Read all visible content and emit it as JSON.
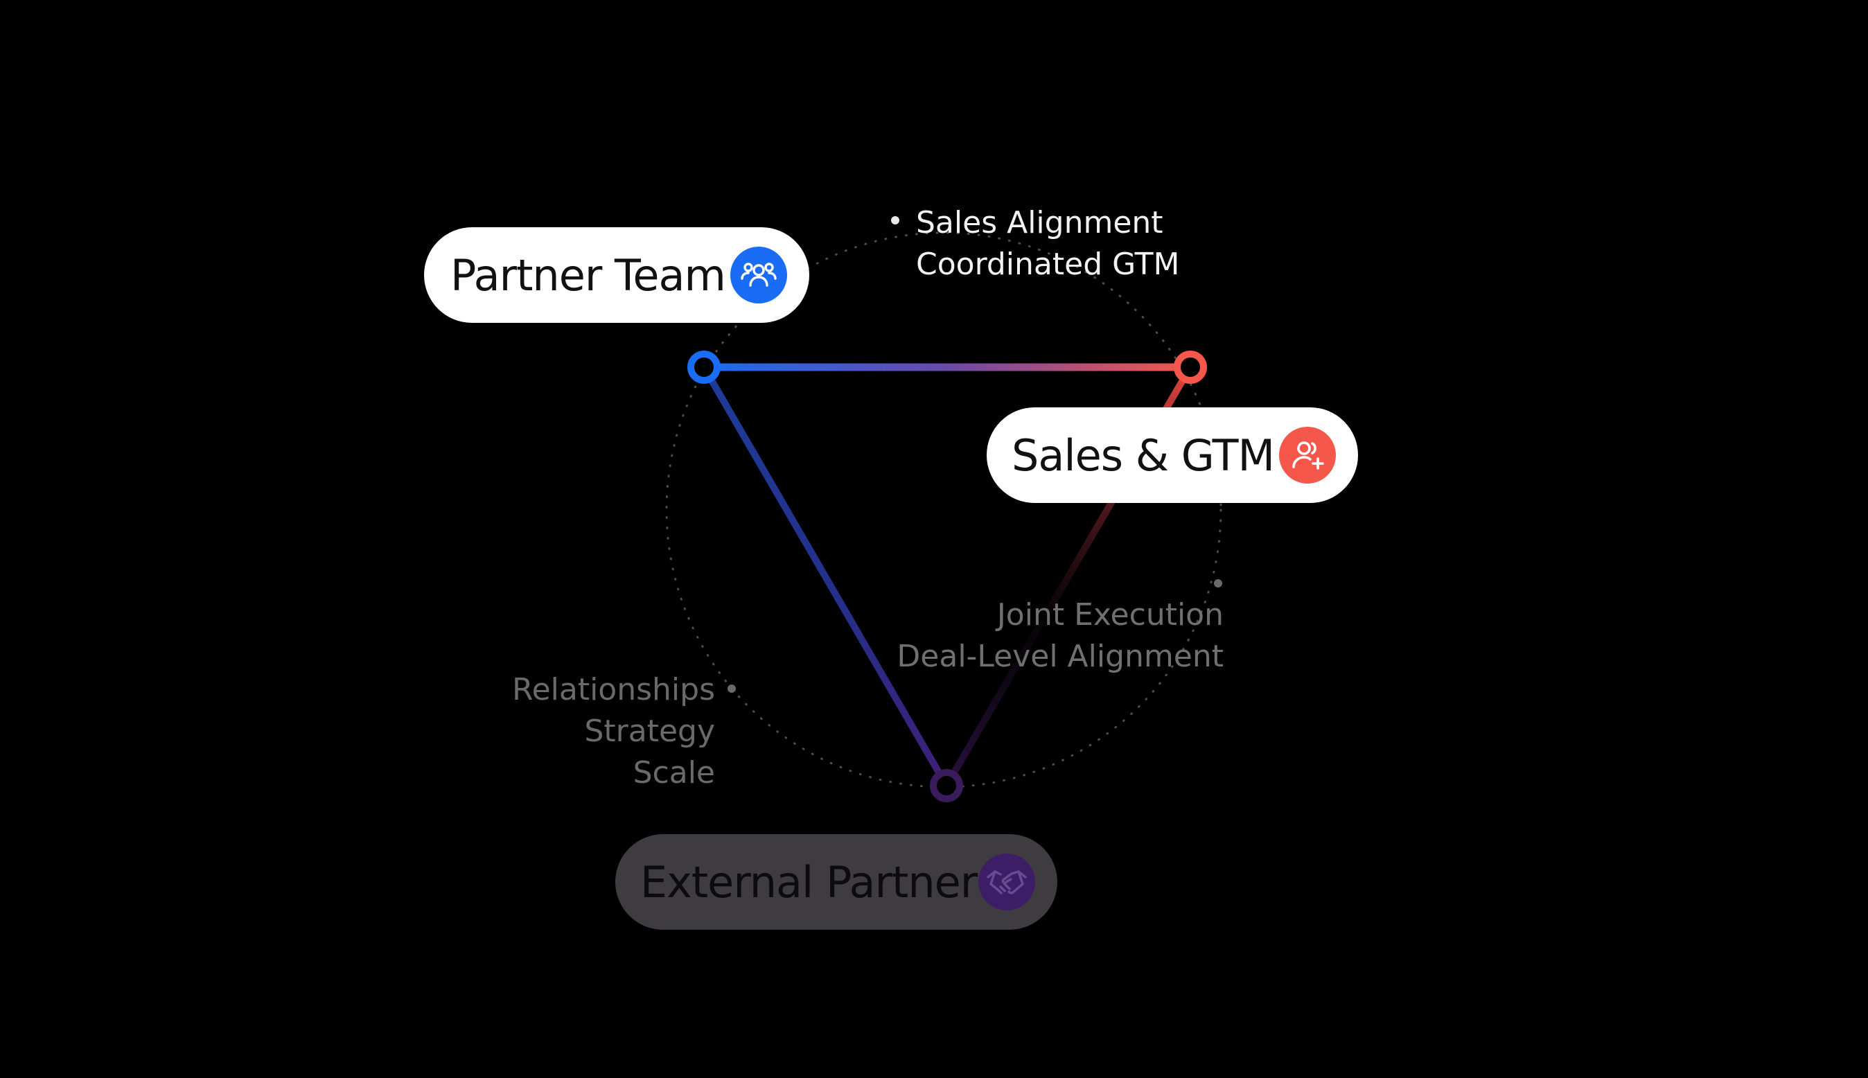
{
  "nodes": {
    "partner_team": {
      "label": "Partner Team",
      "icon": "team-icon",
      "icon_color": "#1a6cf5",
      "pill_color": "#ffffff"
    },
    "sales_gtm": {
      "label": "Sales & GTM",
      "icon": "add-user-icon",
      "icon_color": "#f5574a",
      "pill_color": "#ffffff"
    },
    "external_partner": {
      "label": "External Partner",
      "icon": "handshake-icon",
      "icon_color": "#3d1d66",
      "pill_color": "#3e3c40"
    }
  },
  "annotations": {
    "sales_alignment": {
      "lines": [
        "Sales Alignment",
        "Coordinated GTM"
      ],
      "color": "#f2f2f2"
    },
    "joint_execution": {
      "lines": [
        "Joint Execution",
        "Deal-Level Alignment"
      ],
      "color": "#707070"
    },
    "relationships": {
      "lines": [
        "Relationships",
        "Strategy",
        "Scale"
      ],
      "color": "#6a6a6a"
    }
  },
  "edges": {
    "partner_to_sales": {
      "from_color": "#1a6cf5",
      "to_color": "#f5574a"
    },
    "sales_to_external": {
      "from_color": "#e8473e",
      "to_color": "#2a1040"
    },
    "partner_to_external": {
      "from_color": "#1e3b9a",
      "to_color": "#3e1f78"
    }
  }
}
